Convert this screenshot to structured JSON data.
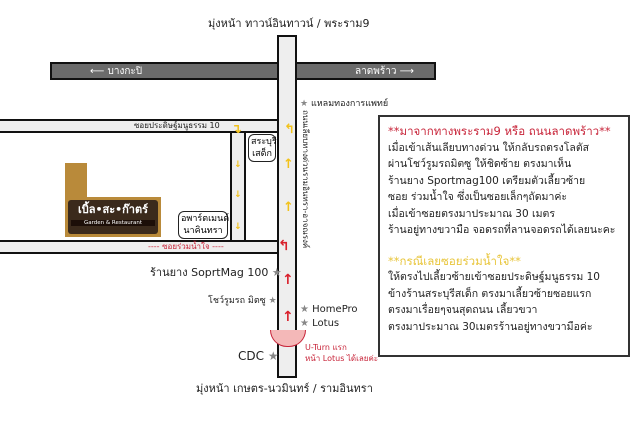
{
  "directions": {
    "north": "มุ่งหน้า ทาวน์อินทาวน์ / พระราม9",
    "south": "มุ่งหน้า เกษตร-นวมินทร์ / รามอินทรา",
    "west": "บางกะปิ",
    "east": "ลาดพร้าว"
  },
  "roads": {
    "main_road": "ถนนเลียบทางด่วนรามอินทรา-อาจณรงค์",
    "soi_pradit": "ซอยประดิษฐ์มนูธรรม 10",
    "soi_ruam": "---- ซอยร่วมน้ำใจ ----"
  },
  "landmarks": {
    "laemthong": "แหลมทองการแพทย์",
    "saraburi": "สระบุรี เสด็ก",
    "apartment": "อพาร์ตเมนต์ นาคินทรา",
    "sportmag": "ร้านยาง SoprtMag 100",
    "showroom": "โชว์รูมรถ มิตซู",
    "homepro": "HomePro",
    "lotus": "Lotus",
    "cdc": "CDC",
    "uturn_line1": "U-Turn แรก",
    "uturn_line2": "หน้า Lotus ได้เลยค่ะ"
  },
  "logo": {
    "name": "เบิ้ล•สะ•ก๊าตร์",
    "subtitle": "Garden & Restaurant"
  },
  "instructions": {
    "heading1": "**มาจากทางพระราม9 หรือ ถนนลาดพร้าว**",
    "lines1": [
      "เมื่อเข้าเส้นเลียบทางด่วน ให้กลับรถตรงโลตัส",
      "ผ่านโชว์รูมรถมิตซู ให้ชิดซ้าย ตรงมาเห็น",
      "ร้านยาง Sportmag100 เตรียมตัวเลี้ยวซ้าย",
      "ซอย ร่วมน้ำใจ ซึ่งเป็นซอยเล็กๆถัดมาค่ะ",
      "เมื่อเข้าซอยตรงมาประมาณ 30 เมตร",
      "ร้านอยู่ทางขวามือ จอดรถที่ลานจอดรถได้เลยนะคะ"
    ],
    "heading2": "**กรณีเลยซอยร่วมน้ำใจ**",
    "lines2": [
      "ให้ตรงไปเลี้ยวซ้ายเข้าซอยประดิษฐ์มนูธรรม 10",
      "ข้างร้านสระบุรีสเด็ก ตรงมาเลี้ยวซ้ายซอยแรก",
      "ตรงมาเรื่อยๆจนสุดถนน เลี้ยวขวา",
      "ตรงมาประมาณ 30เมตรร้านอยู่ทางขวามือค่ะ"
    ]
  },
  "colors": {
    "red": "#c8253a",
    "yellow": "#f2c21b",
    "road": "#eeeeee",
    "dark_road": "#6b6b6b"
  }
}
